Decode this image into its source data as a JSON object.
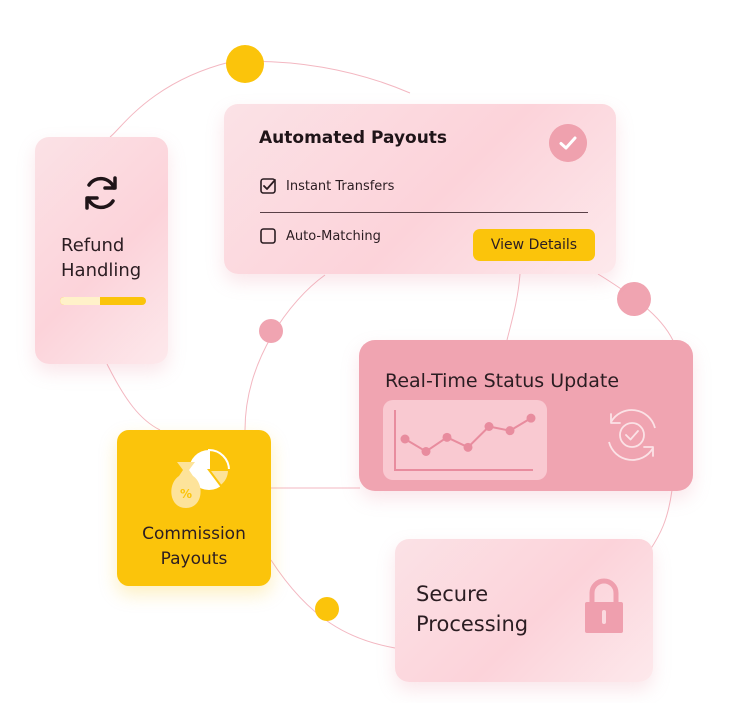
{
  "refund_card": {
    "title": "Refund Handling",
    "progress": 0.47,
    "icon": "refresh-icon"
  },
  "payouts_card": {
    "title": "Automated Payouts",
    "badge_icon": "check-circle-icon",
    "items": [
      {
        "label": "Instant Transfers",
        "checked": true
      },
      {
        "label": "Auto-Matching",
        "checked": false
      }
    ],
    "button_label": "View Details"
  },
  "status_card": {
    "title": "Real-Time Status Update",
    "trend_values": [
      3,
      1.5,
      3.2,
      2,
      4.5,
      4,
      5.5
    ],
    "icon": "sync-check-icon"
  },
  "commission_card": {
    "title": "Commission Payouts",
    "icon": "money-bag-pie-icon"
  },
  "secure_card": {
    "title": "Secure Processing",
    "icon": "lock-icon"
  },
  "colors": {
    "accent_yellow": "#fbc40b",
    "card_pink": "#fcd3da",
    "status_pink": "#f0a4b1",
    "line_pink": "#f3b7c1"
  }
}
